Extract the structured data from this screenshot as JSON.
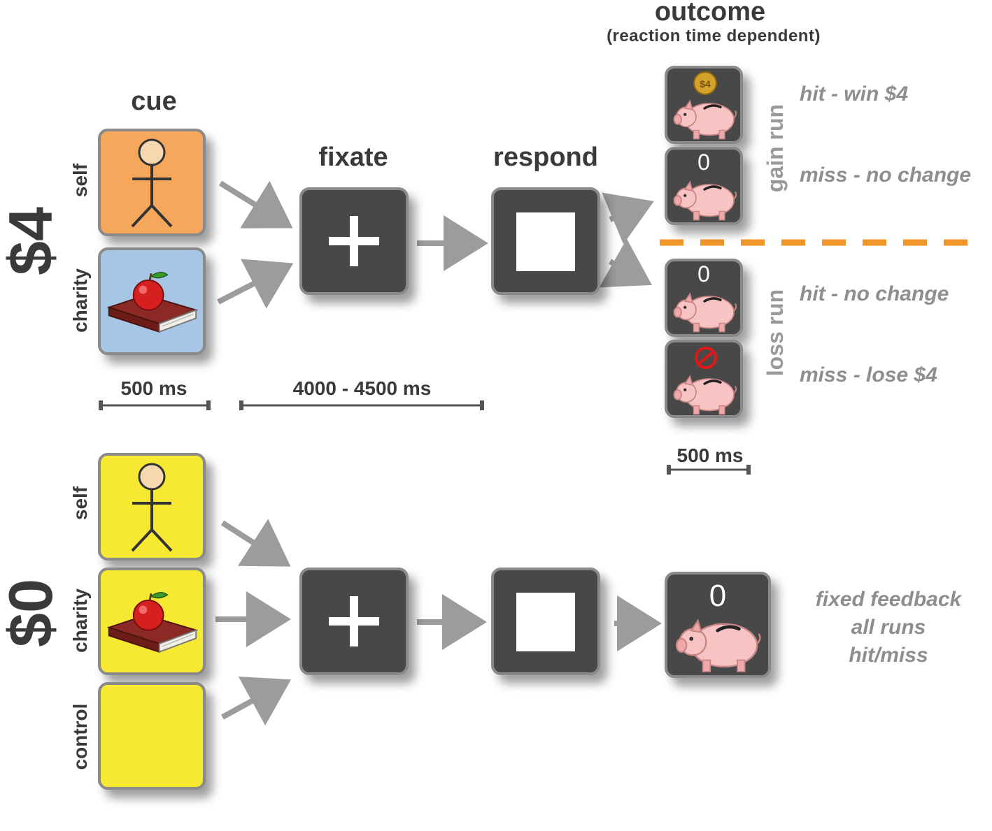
{
  "header": {
    "outcome_title": "outcome",
    "outcome_subtitle": "(reaction time dependent)",
    "cue": "cue",
    "fixate": "fixate",
    "respond": "respond"
  },
  "conditions": {
    "high": {
      "amount": "$4",
      "cue_labels": [
        "self",
        "charity"
      ]
    },
    "zero": {
      "amount": "$0",
      "cue_labels": [
        "self",
        "charity",
        "control"
      ]
    }
  },
  "timing": {
    "cue": "500 ms",
    "fixate_respond": "4000 - 4500 ms",
    "outcome": "500 ms"
  },
  "outcomes": {
    "gain_run": {
      "label": "gain run",
      "hit": "hit - win $4",
      "miss": "miss - no change",
      "miss_value": "0",
      "coin_label": "$4"
    },
    "loss_run": {
      "label": "loss run",
      "hit": "hit - no change",
      "miss": "miss - lose $4",
      "hit_value": "0"
    },
    "zero_feedback": {
      "value": "0",
      "lines": [
        "fixed feedback",
        "all runs",
        "hit/miss"
      ]
    }
  },
  "colors": {
    "self_high": "#f5a85b",
    "charity_high": "#a7c6e6",
    "zero_cues": "#f7e832",
    "card_dark": "#484848",
    "divider": "#f0962a",
    "arrow": "#9c9c9c"
  },
  "icons": [
    "stick-figure-icon",
    "apple-on-book-icon",
    "fixation-cross-icon",
    "response-square-icon",
    "piggy-bank-icon",
    "gold-coin-icon",
    "no-entry-icon"
  ]
}
